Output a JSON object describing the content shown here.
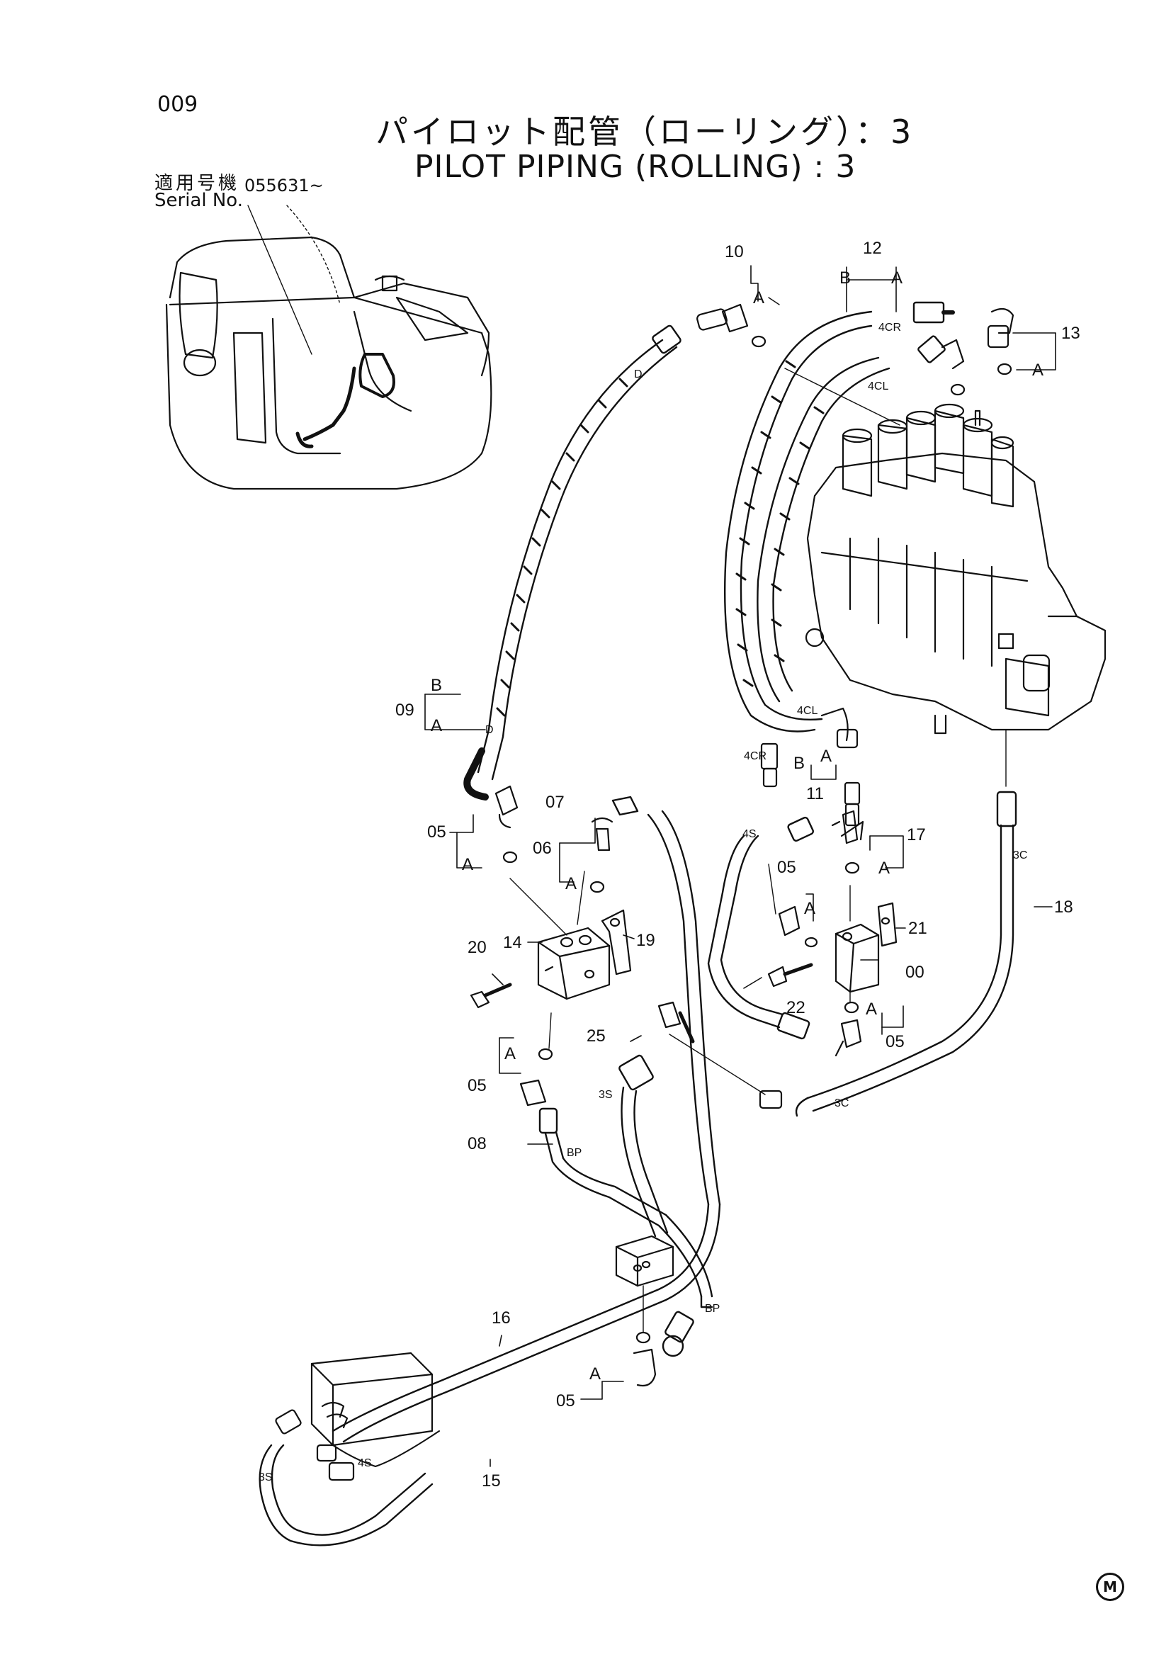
{
  "page_number": "009",
  "title_jp": "パイロット配管（ローリング）：3",
  "title_en": "PILOT PIPING (ROLLING) : 3",
  "serial_label_jp": "適用号機",
  "serial_label_en": "Serial No.",
  "serial_value": "055631~",
  "manufacturer_mark": "M",
  "callouts": {
    "c10": "10",
    "c10_A": "A",
    "c12": "12",
    "c12_B": "B",
    "c12_A": "A",
    "c13": "13",
    "c13_A": "A",
    "c09": "09",
    "c09_B": "B",
    "c09_A": "A",
    "c11": "11",
    "c11_B": "B",
    "c11_A": "A",
    "c07": "07",
    "c05a": "05",
    "c05a_A": "A",
    "c06": "06",
    "c06_A": "A",
    "c05b": "05",
    "c05b_A": "A",
    "c17": "17",
    "c17_A": "A",
    "c20": "20",
    "c14": "14",
    "c19": "19",
    "c21": "21",
    "c00": "00",
    "c22": "22",
    "c05c": "05",
    "c05c_A": "A",
    "c25": "25",
    "c05d": "05",
    "c05d_A": "A",
    "c08": "08",
    "c18": "18",
    "c16": "16",
    "c15": "15",
    "c05e": "05",
    "c05e_A": "A"
  },
  "hose_labels": {
    "h_D1": "D",
    "h_D2": "D",
    "h_4CR_top": "4CR",
    "h_4CL_top": "4CL",
    "h_4CL_mid": "4CL",
    "h_4CR_mid": "4CR",
    "h_4S_mid": "4S",
    "h_3C_a": "3C",
    "h_3C_b": "3C",
    "h_3S_a": "3S",
    "h_BP_a": "BP",
    "h_BP_b": "BP",
    "h_3S_b": "3S",
    "h_4S_b": "4S"
  }
}
